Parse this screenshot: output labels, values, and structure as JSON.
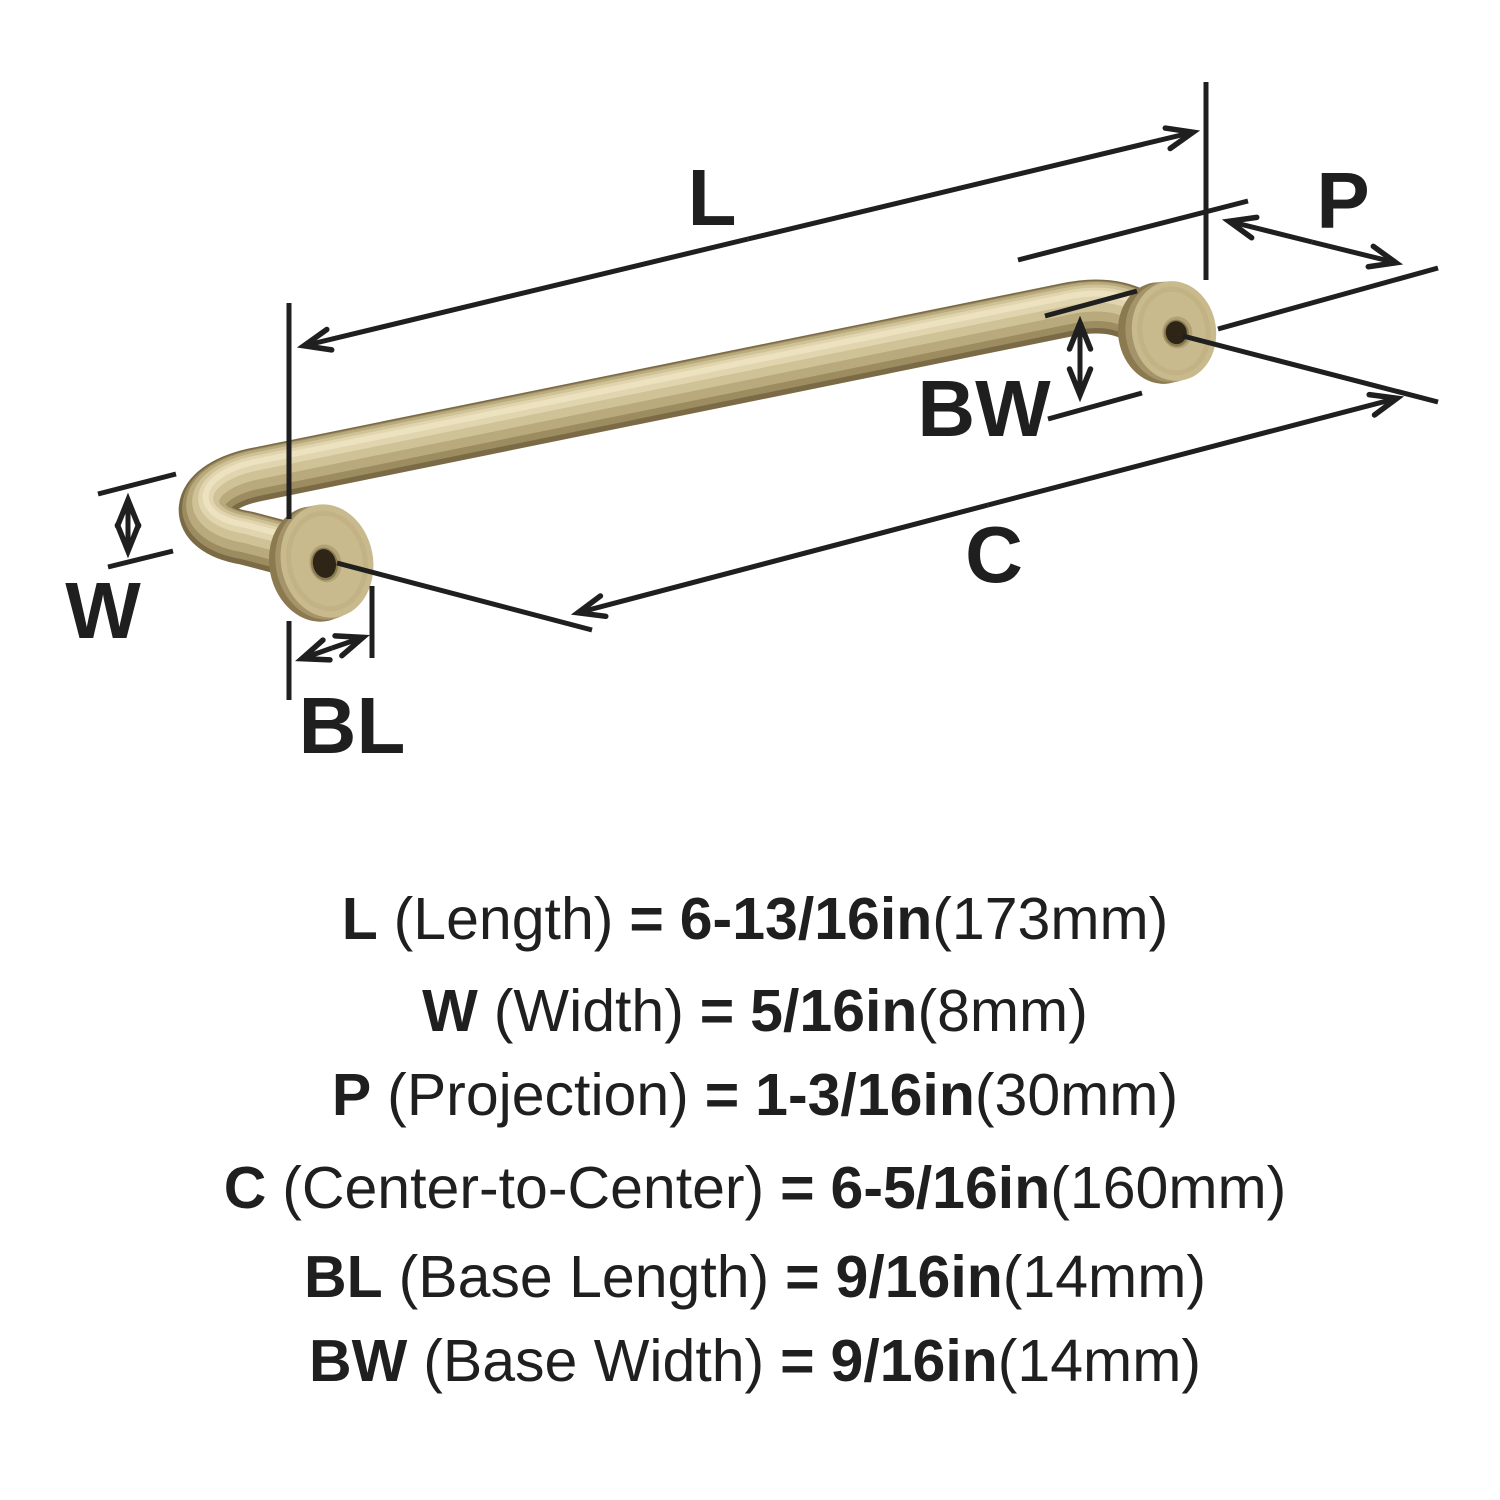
{
  "diagram": {
    "dim_labels": {
      "length": "L",
      "projection": "P",
      "base_width": "BW",
      "center_to_center": "C",
      "width": "W",
      "base_length": "BL"
    }
  },
  "legend": {
    "rows": [
      {
        "abbr": "L",
        "name": "(Length)",
        "eq": "=",
        "value": "6-13/16in",
        "metric": "(173mm)"
      },
      {
        "abbr": "W",
        "name": "(Width)",
        "eq": "=",
        "value": "5/16in",
        "metric": "(8mm)"
      },
      {
        "abbr": "P",
        "name": "(Projection)",
        "eq": "=",
        "value": "1-3/16in",
        "metric": "(30mm)"
      },
      {
        "abbr": "C",
        "name": "(Center-to-Center)",
        "eq": "=",
        "value": "6-5/16in",
        "metric": "(160mm)"
      },
      {
        "abbr": "BL",
        "name": "(Base Length)",
        "eq": "=",
        "value": "9/16in",
        "metric": "(14mm)"
      },
      {
        "abbr": "BW",
        "name": "(Base Width)",
        "eq": "=",
        "value": "9/16in",
        "metric": "(14mm)"
      }
    ]
  },
  "colors": {
    "ink": "#1f1f1f",
    "bg": "#ffffff",
    "brass_edge": "#7b6a46",
    "brass_dark": "#9c8c60",
    "brass_mid": "#b9aa7d",
    "brass_light": "#cfc296",
    "brass_lighter": "#e0d5ae",
    "brass_highlight": "#ece2c0",
    "flange_rim": "#8b7a50",
    "flange_side": "#a5946a",
    "flange_face": "#c9ba8d",
    "flange_ring": "#bcac7e",
    "bevel": "#b1a276",
    "bevel_shadow": "#8a7a52",
    "hole": "#2e2517"
  }
}
